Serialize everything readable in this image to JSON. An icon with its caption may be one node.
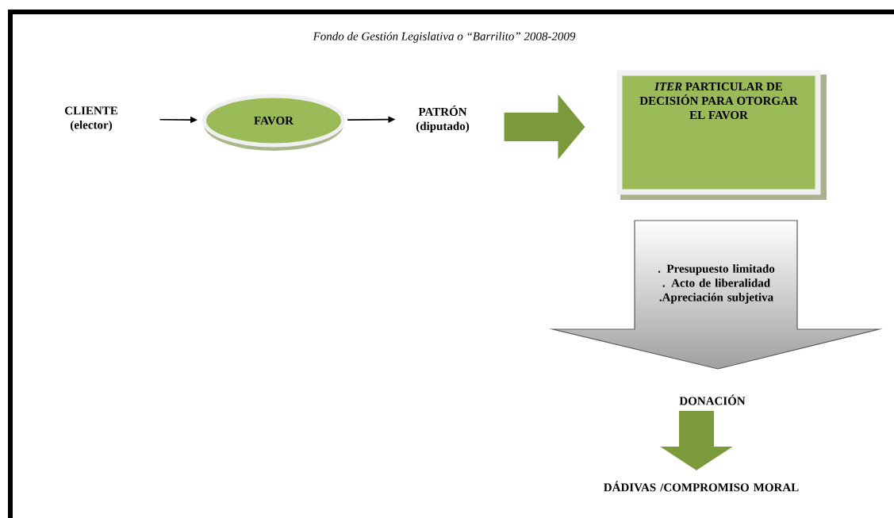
{
  "diagram": {
    "title": "Fondo de Gestión Legislativa o “Barrilito” 2008-2009",
    "nodes": [
      {
        "text": [
          "CLIENTE (elector)"
        ]
      },
      {
        "text": [
          "FAVOR"
        ]
      },
      {
        "text": [
          "PATRÓN (diputado)"
        ]
      },
      {
        "text": [
          "*ITER* PARTICULAR DE DECISIÓN PARA OTORGAR EL FAVOR"
        ]
      },
      {
        "text": [
          ". Presupuesto limitado",
          ". Acto de liberalidad",
          ".Apreciación subjetiva"
        ]
      },
      {
        "text": [
          "DONACIÓN"
        ]
      },
      {
        "text": [
          "DÁDIVAS /COMPROMISO MORAL"
        ]
      }
    ],
    "edges": [
      {
        "from": 0,
        "to": 1,
        "arrow": "to"
      },
      {
        "from": 1,
        "to": 2,
        "arrow": "to"
      },
      {
        "from": 2,
        "to": 3,
        "arrow": "to",
        "style": "thick",
        "color": "#7a9a3c"
      },
      {
        "from": 5,
        "to": 6,
        "arrow": "to",
        "style": "thick",
        "color": "#7a9a3c"
      }
    ]
  }
}
